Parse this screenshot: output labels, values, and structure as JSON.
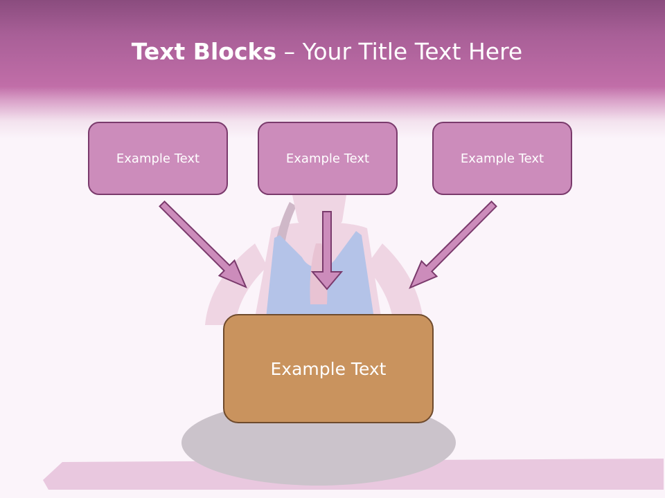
{
  "title": {
    "bold": "Text Blocks",
    "separator": " – ",
    "rest": "Your Title Text Here"
  },
  "blocks": {
    "left": "Example Text",
    "center": "Example Text",
    "right": "Example Text",
    "main": "Example Text"
  },
  "colors": {
    "header": "#c16ea8",
    "small_box_fill": "#cc8cbb",
    "small_box_border": "#7a3a6c",
    "main_box_fill": "#c9935e",
    "main_box_border": "#6e4a2c",
    "arrow_fill": "#cc8cbb",
    "arrow_stroke": "#7a3a6c"
  }
}
